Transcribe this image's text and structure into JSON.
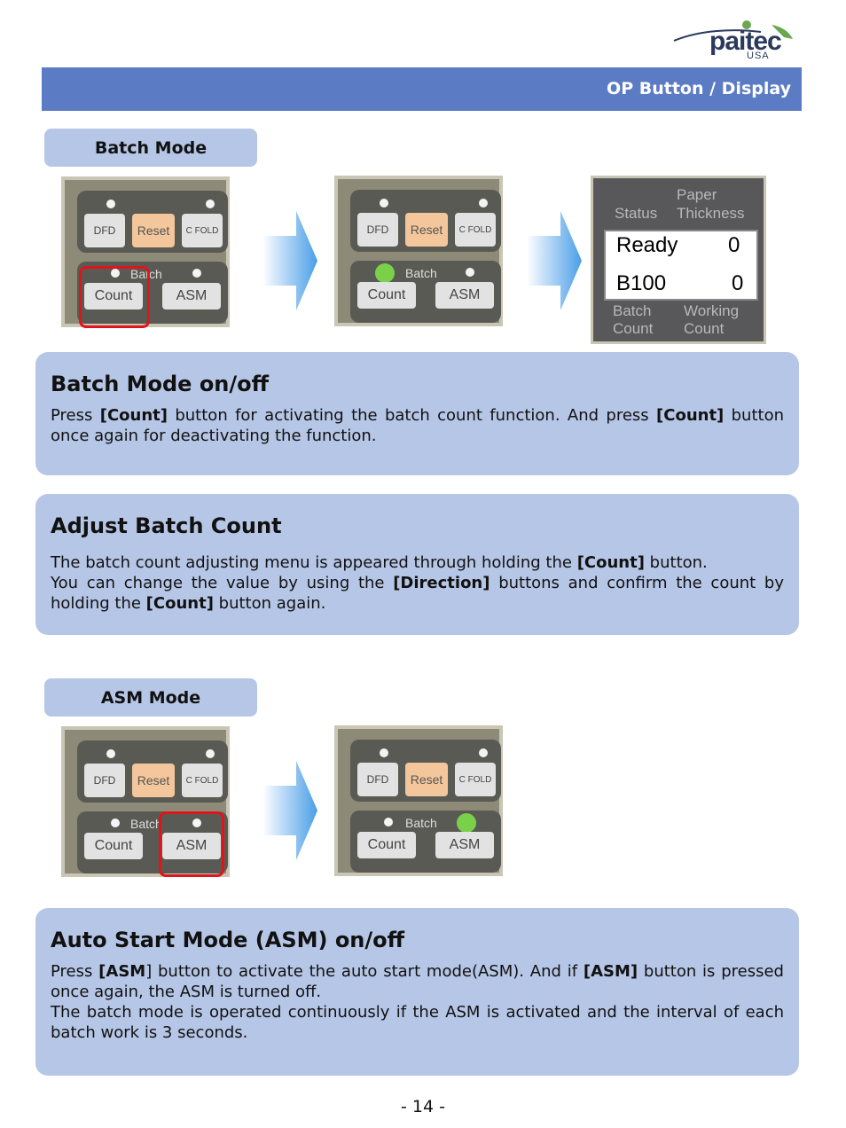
{
  "logo": {
    "text": "paitec",
    "sub": "USA"
  },
  "header": {
    "title": "OP Button / Display"
  },
  "batch_section": {
    "tag": "Batch Mode",
    "panel": {
      "dfd": "DFD",
      "reset": "Reset",
      "cfold": "C FOLD",
      "batch": "Batch",
      "count": "Count",
      "asm": "ASM"
    },
    "lcd": {
      "status": "Status",
      "paper": "Paper",
      "thickness": "Thickness",
      "ready": "Ready",
      "ready_value": "0",
      "batch_value_label": "B100",
      "batch_value": "0",
      "batch": "Batch",
      "count": "Count",
      "working": "Working",
      "working_count": "Count"
    }
  },
  "batch_onoff": {
    "title": "Batch Mode on/off",
    "t1": "Press ",
    "b1": "[Count]",
    "t2": " button for activating the batch count function. And press ",
    "b2": "[Count]",
    "t3": " button once again for deactivating the function."
  },
  "adjust": {
    "title": "Adjust Batch Count",
    "l1a": "The batch count adjusting menu is appeared through holding the ",
    "l1b": "[Count]",
    "l1c": " button.",
    "l2a": "You can change the value by using the ",
    "l2b": "[Direction]",
    "l2c": " buttons and confirm the count by holding the ",
    "l2d": "[Count]",
    "l2e": " button again."
  },
  "asm_section": {
    "tag": "ASM Mode"
  },
  "asm_box": {
    "title": "Auto Start Mode (ASM) on/off",
    "l1a": "Press ",
    "l1b": "[ASM",
    "l1c": "] button to activate the auto start mode(ASM). And if ",
    "l1d": "[ASM]",
    "l1e": " button is pressed once again, the ASM is turned off.",
    "l2": "The batch mode is operated continuously if the ASM is activated and the interval of each batch work is 3 seconds."
  },
  "footer": {
    "page": "- 14 -"
  },
  "colors": {
    "header": "#5b7bc4",
    "box": "#b6c6e6",
    "highlight": "#e0141a",
    "led_on": "#7bd04a",
    "reset_button": "#f3c79b"
  }
}
